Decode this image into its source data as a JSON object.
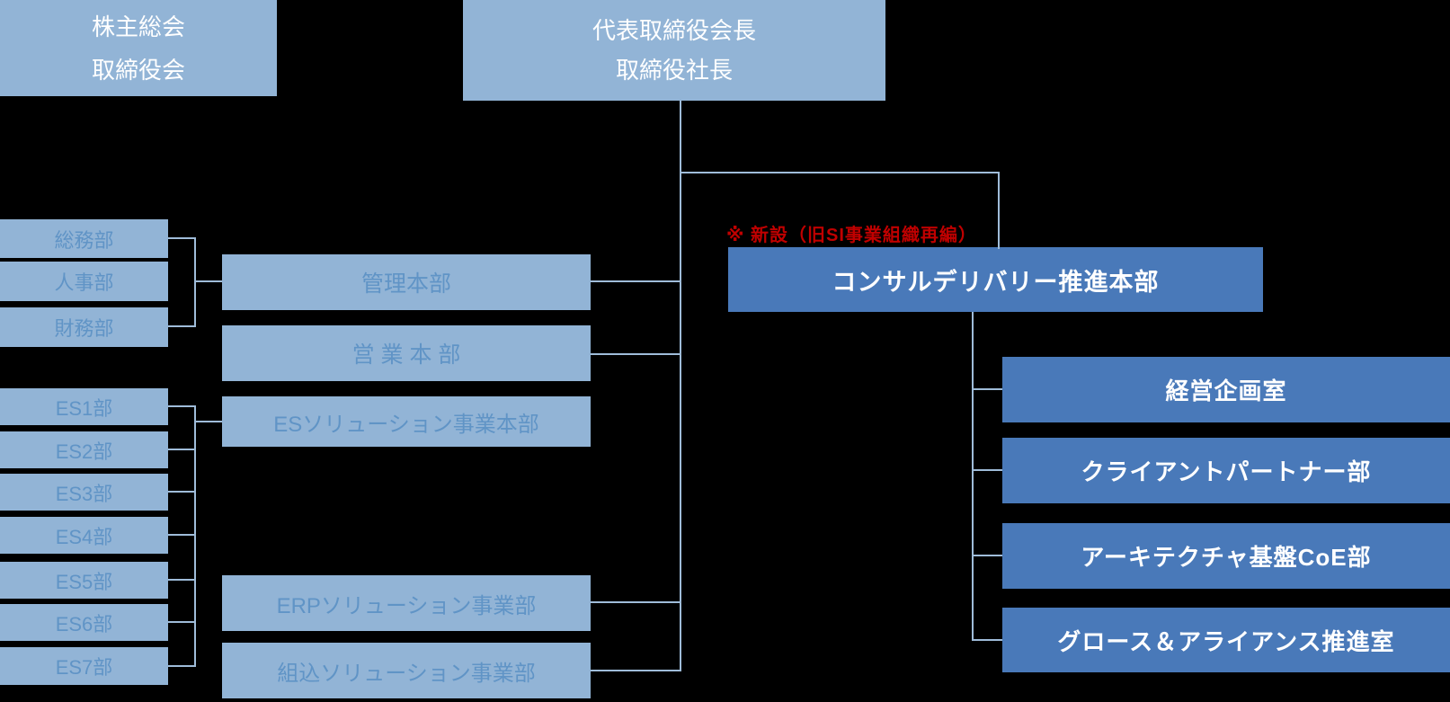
{
  "colors": {
    "background": "#000000",
    "box_light_fill": "#92B4D6",
    "box_dark_fill": "#4979B9",
    "text_on_light_boxes": "#6094C6",
    "text_on_top_and_dark_boxes": "#FFFFFF",
    "connector_line": "#9FBCD9",
    "note_red": "#C00000"
  },
  "note": {
    "text": "※ 新設（旧SI事業組織再編）"
  },
  "nodes": {
    "governance": {
      "line1": "株主総会",
      "line2": "取締役会"
    },
    "president": {
      "line1": "代表取締役会長",
      "line2": "取締役社長"
    },
    "soumu": "総務部",
    "jinji": "人事部",
    "zaimu": "財務部",
    "kanri": "管理本部",
    "eigyo": "営 業 本 部",
    "es_honbu": "ESソリューション事業本部",
    "es_depts": [
      "ES1部",
      "ES2部",
      "ES3部",
      "ES4部",
      "ES5部",
      "ES6部",
      "ES7部"
    ],
    "erp": "ERPソリューション事業部",
    "kumikomi": "組込ソリューション事業部",
    "consul": "コンサルデリバリー推進本部",
    "keiei": "経営企画室",
    "client": "クライアントパートナー部",
    "arch": "アーキテクチャ基盤CoE部",
    "growth": "グロース＆アライアンス推進室"
  }
}
